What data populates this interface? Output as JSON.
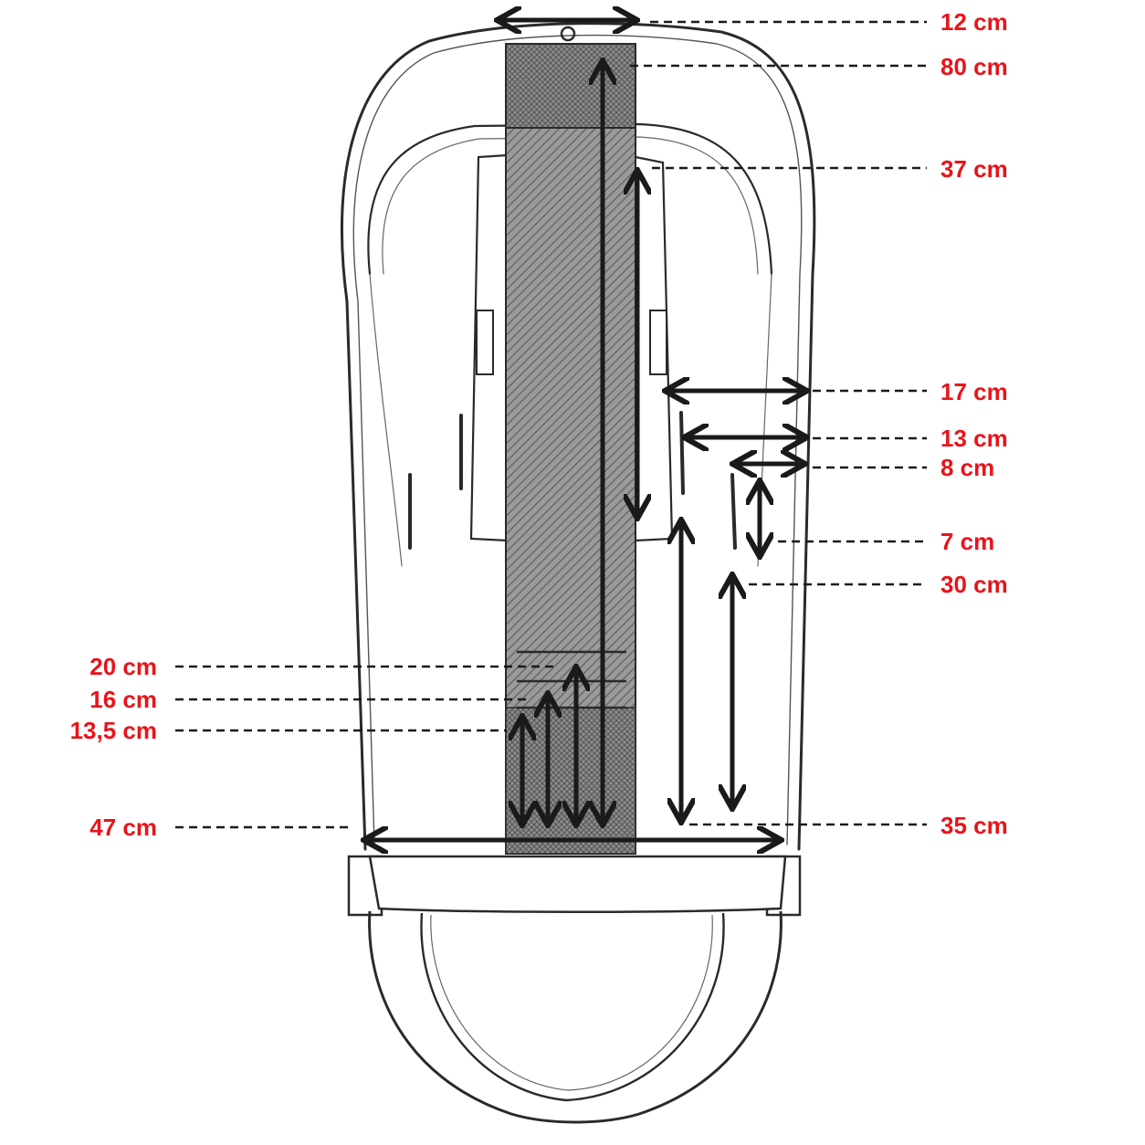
{
  "colors": {
    "label": "#e8141a",
    "ink": "#1a1a1a",
    "strap": "#7a7a7a",
    "background": "#ffffff"
  },
  "measurements": {
    "top_width": "12 cm",
    "strap_length": "80 cm",
    "pocket_height": "37 cm",
    "width_17": "17 cm",
    "width_13": "13 cm",
    "width_8": "8 cm",
    "slot_7": "7 cm",
    "lower_30": "30 cm",
    "adj_20": "20 cm",
    "adj_16": "16 cm",
    "adj_13_5": "13,5 cm",
    "bottom_width": "47 cm",
    "lower_35": "35 cm"
  }
}
